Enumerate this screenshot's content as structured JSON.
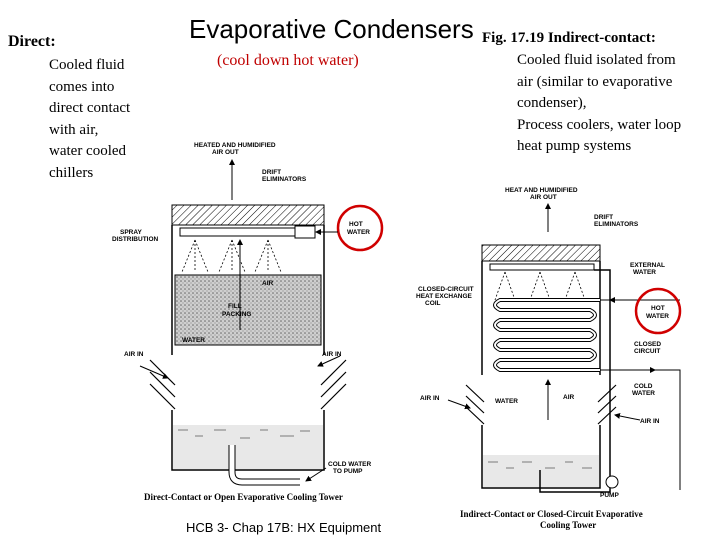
{
  "direct": {
    "heading": "Direct:",
    "lines": [
      "Cooled fluid",
      "comes into",
      "direct contact",
      "with air,",
      "water cooled",
      "chillers"
    ]
  },
  "title": "Evaporative Condensers",
  "subtitle": "(cool down hot water)",
  "indirect": {
    "heading": "Fig. 17.19 Indirect-contact:",
    "lines": [
      "Cooled fluid isolated from",
      "air (similar to evaporative",
      "condenser),",
      "Process coolers, water loop",
      "heat pump systems"
    ]
  },
  "footer": "HCB 3- Chap 17B: HX Equipment",
  "left_figure": {
    "labels": {
      "heated_air": [
        "HEATED AND HUMIDIFIED",
        "AIR OUT"
      ],
      "drift": [
        "DRIFT",
        "ELIMINATORS"
      ],
      "hot_water": [
        "HOT",
        "WATER"
      ],
      "spray": [
        "SPRAY",
        "DISTRIBUTION"
      ],
      "air_inside": "AIR",
      "fill": [
        "FILL",
        "PACKING"
      ],
      "water": "WATER",
      "air_in_left": "AIR IN",
      "air_in_right": "AIR IN",
      "cold_water": [
        "COLD WATER",
        "TO PUMP"
      ]
    },
    "caption": "Direct-Contact or Open Evaporative Cooling Tower"
  },
  "right_figure": {
    "labels": {
      "heated_air": [
        "HEAT AND HUMIDIFIED",
        "AIR OUT"
      ],
      "drift": [
        "DRIFT",
        "ELIMINATORS"
      ],
      "external_water": [
        "EXTERNAL",
        "WATER"
      ],
      "coil": [
        "CLOSED-CIRCUIT",
        "HEAT EXCHANGE",
        "COIL"
      ],
      "hot_water": [
        "HOT",
        "WATER"
      ],
      "closed_circuit": [
        "CLOSED",
        "CIRCUIT"
      ],
      "cold_water": [
        "COLD",
        "WATER"
      ],
      "air_in_left": "AIR IN",
      "water": "WATER",
      "air_inside": "AIR",
      "air_in_right": "AIR IN",
      "pump": "PUMP"
    },
    "caption": [
      "Indirect-Contact or Closed-Circuit Evaporative",
      "Cooling Tower"
    ]
  },
  "highlight_color": "#d00000"
}
